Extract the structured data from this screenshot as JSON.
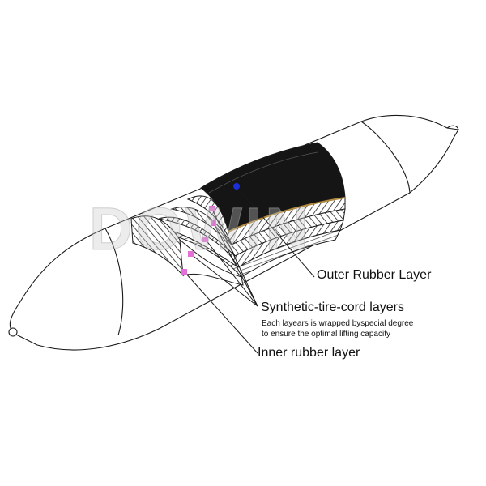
{
  "watermark": "DOWIN",
  "labels": {
    "outer": "Outer Rubber Layer",
    "cord": "Synthetic-tire-cord layers",
    "cord_note_line1": "Each layears is wrapped byspecial degree",
    "cord_note_line2": "to ensure the optimal lifting capacity",
    "inner": "Inner rubber layer"
  },
  "colors": {
    "outline": "#1a1a1a",
    "outer_layer": "#151515",
    "marker_outer": "#1a2fd6",
    "marker_cord": "#e46fd8",
    "cord_accent": "#b08a3e"
  }
}
